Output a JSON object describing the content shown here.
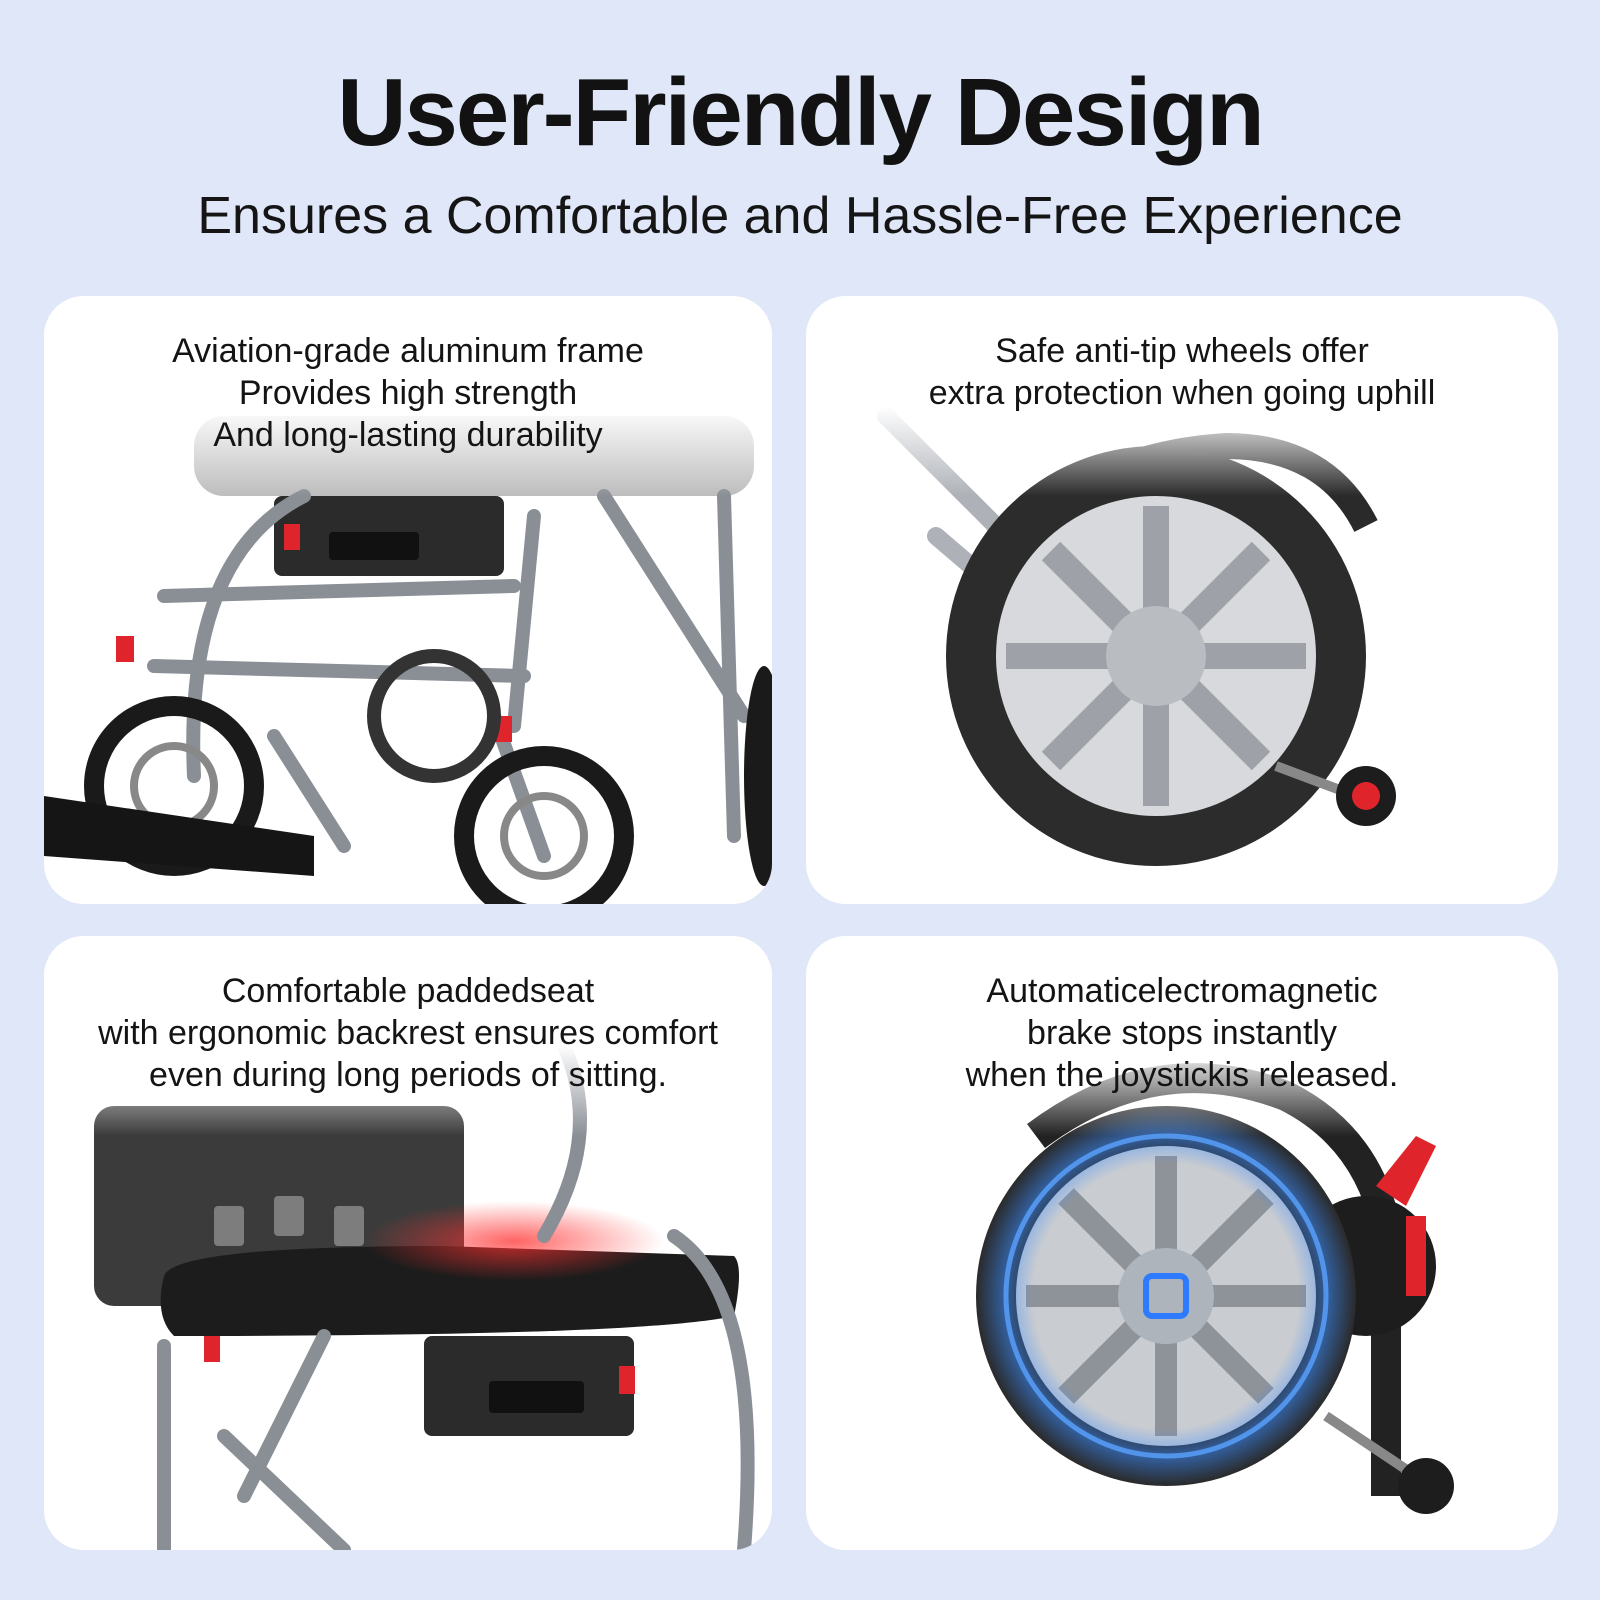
{
  "header": {
    "title": "User-Friendly Design",
    "subtitle": "Ensures a Comfortable and Hassle-Free Experience"
  },
  "features": [
    {
      "lines": [
        "Aviation-grade aluminum frame",
        "Provides high strength",
        "And long-lasting durability"
      ],
      "icon": "wheelchair-frame"
    },
    {
      "lines": [
        "Safe anti-tip wheels offer",
        "extra protection when going uphill"
      ],
      "icon": "rear-wheel-anti-tip"
    },
    {
      "lines": [
        "Comfortable paddedseat",
        "with ergonomic backrest ensures comfort",
        "even during long periods of sitting."
      ],
      "icon": "padded-seat"
    },
    {
      "lines": [
        "Automaticelectromagnetic",
        "brake stops instantly",
        "when the joystickis released."
      ],
      "icon": "electromagnetic-brake-wheel"
    }
  ],
  "colors": {
    "background": "#dfe7f8",
    "card": "#ffffff",
    "accent_red": "#e0242b",
    "brake_glow": "#3a8cff",
    "frame_gray": "#8a8f96"
  }
}
